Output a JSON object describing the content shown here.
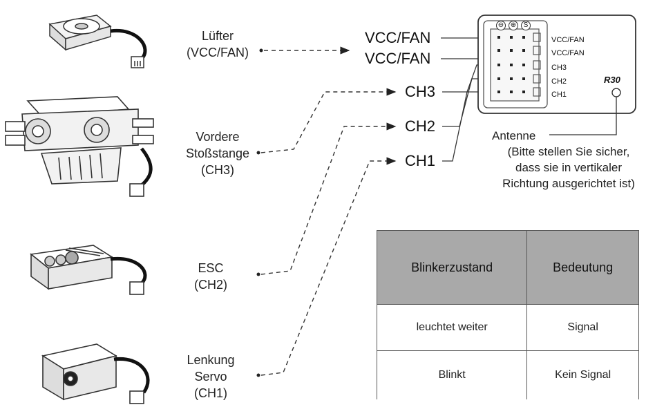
{
  "devices": [
    {
      "id": "fan",
      "icon": "fan-icon",
      "label_lines": [
        "Lüfter",
        "(VCC/FAN)"
      ]
    },
    {
      "id": "bumper",
      "icon": "bumper-icon",
      "label_lines": [
        "Vordere",
        "Stoßstange",
        "(CH3)"
      ]
    },
    {
      "id": "esc",
      "icon": "esc-icon",
      "label_lines": [
        "ESC",
        "(CH2)"
      ]
    },
    {
      "id": "servo",
      "icon": "servo-icon",
      "label_lines": [
        "Lenkung",
        "Servo",
        "(CH1)"
      ]
    }
  ],
  "channel_labels": [
    "VCC/FAN",
    "VCC/FAN",
    "CH3",
    "CH2",
    "CH1"
  ],
  "receiver": {
    "model": "R30",
    "polarity": [
      "⊖",
      "⊕",
      "S"
    ],
    "port_labels": [
      "VCC/FAN",
      "VCC/FAN",
      "CH3",
      "CH2",
      "CH1"
    ]
  },
  "antenna": {
    "title": "Antenne",
    "note_lines": [
      "(Bitte stellen Sie sicher,",
      "dass sie in vertikaler",
      "Richtung ausgerichtet ist)"
    ]
  },
  "status_table": {
    "headers": [
      "Blinkerzustand",
      "Bedeutung"
    ],
    "rows": [
      [
        "leuchtet weiter",
        "Signal"
      ],
      [
        "Blinkt",
        "Kein Signal"
      ]
    ]
  }
}
